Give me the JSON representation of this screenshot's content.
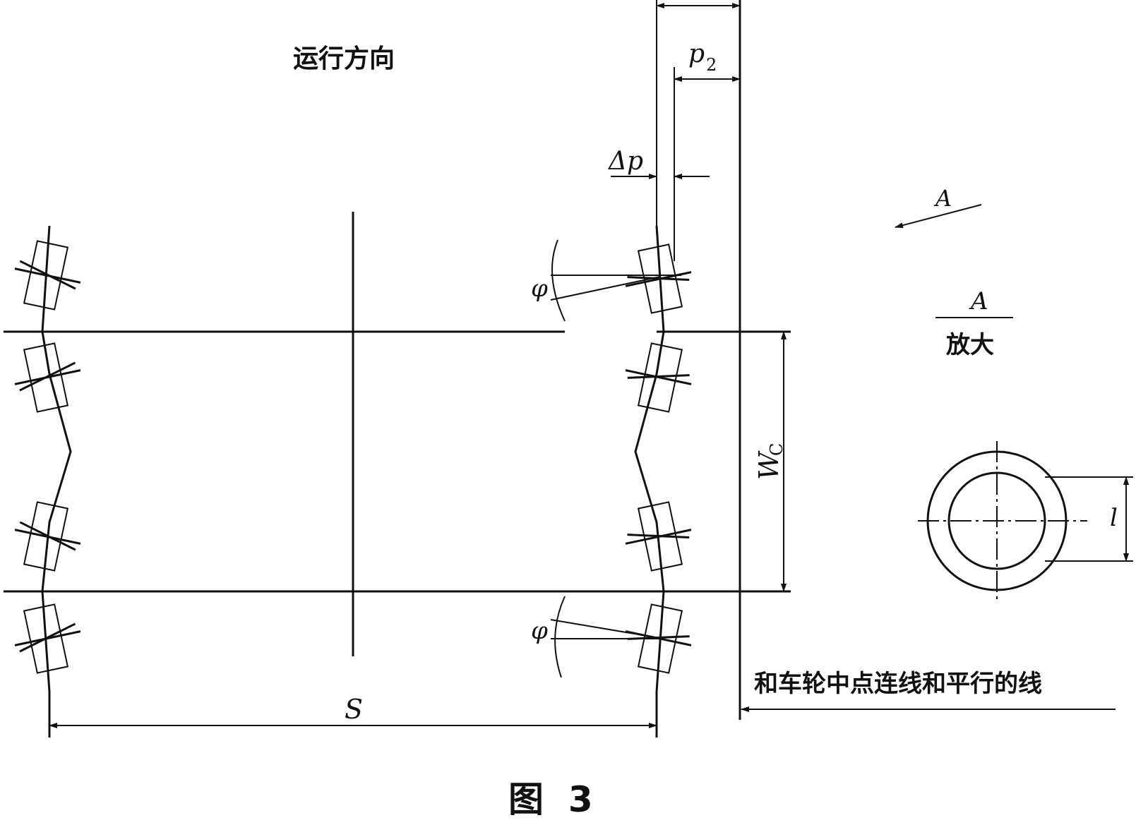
{
  "direction_label": "运行方向",
  "labels": {
    "p2": "p",
    "p2_sub": "2",
    "delta_p": "Δp",
    "phi_top": "φ",
    "phi_bottom": "φ",
    "s": "S",
    "wc": "W",
    "wc_sub": "C",
    "a_arrow": "A",
    "view_a": "A",
    "view_enlarged": "放大",
    "l": "l"
  },
  "parallel_line_label": "和车轮中点连线和平行的线",
  "caption": "图  3"
}
